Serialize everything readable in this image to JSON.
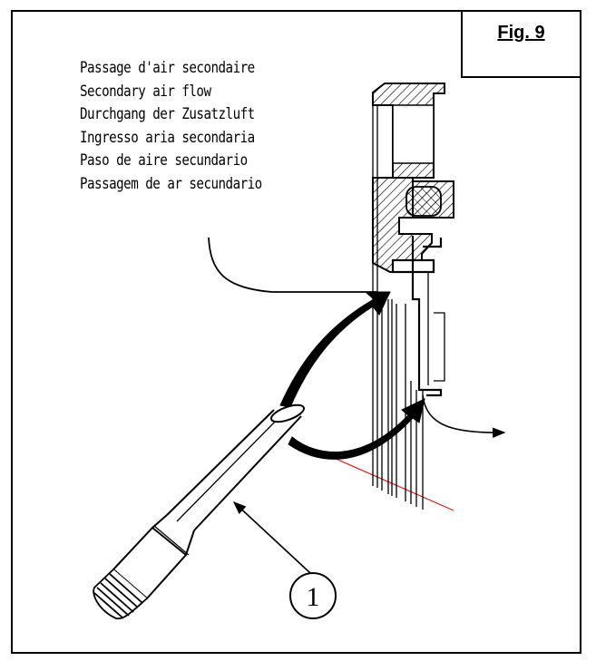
{
  "figure": {
    "label": "Fig. 9"
  },
  "caption_lines": [
    "Passage d'air secondaire",
    "Secondary air flow",
    "Durchgang der Zusatzluft",
    "Ingresso aria secondaria",
    "Paso de aire secundario",
    "Passagem de ar secundario"
  ],
  "callout": {
    "number": "1"
  },
  "colors": {
    "line": "#000000",
    "ground": "#d62020",
    "background": "#ffffff"
  }
}
